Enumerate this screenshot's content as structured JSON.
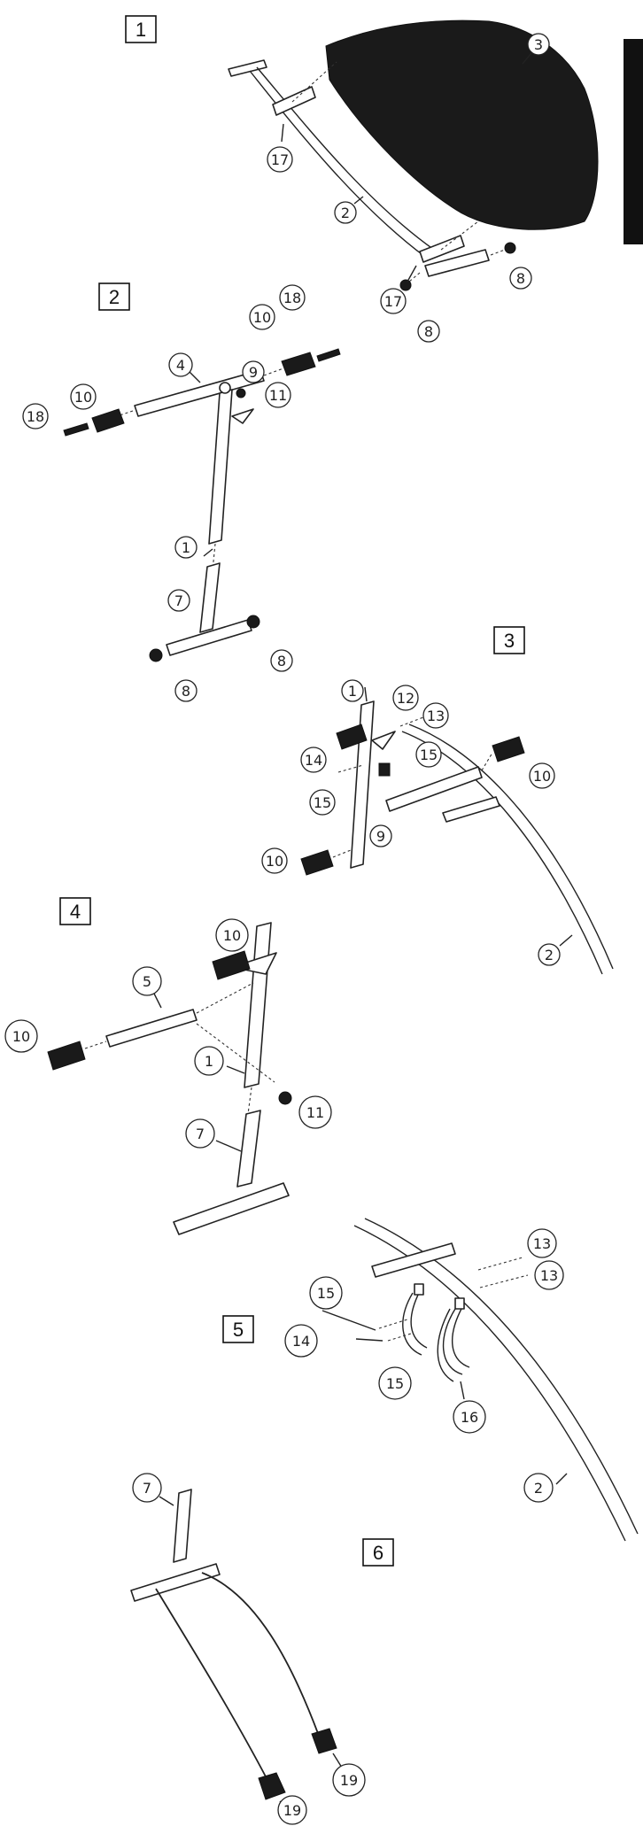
{
  "steps": [
    "1",
    "2",
    "3",
    "4",
    "5",
    "6"
  ],
  "side_tab_text": "",
  "callouts": {
    "s1": [
      "3",
      "17",
      "2",
      "17",
      "8",
      "8"
    ],
    "s2": [
      "18",
      "10",
      "4",
      "9",
      "11",
      "18",
      "10",
      "1",
      "7",
      "8",
      "8"
    ],
    "s3": [
      "1",
      "12",
      "13",
      "14",
      "15",
      "15",
      "10",
      "9",
      "10",
      "2"
    ],
    "s4": [
      "10",
      "5",
      "10",
      "1",
      "11",
      "7"
    ],
    "s5": [
      "13",
      "13",
      "15",
      "14",
      "15",
      "16",
      "2"
    ],
    "s6": [
      "7",
      "19",
      "19"
    ]
  }
}
